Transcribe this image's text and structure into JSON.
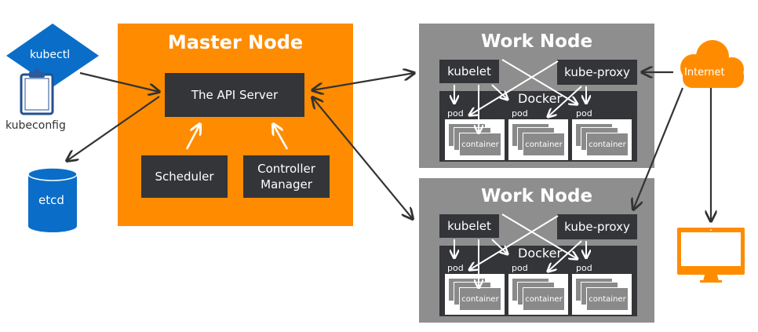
{
  "colors": {
    "master_bg": "#ff8c00",
    "component_bg": "#333538",
    "worknode_bg": "#8e8e8e",
    "kubectl_blue": "#0a6ec9",
    "internet_orange": "#ff8c00",
    "arrow_dark": "#333333"
  },
  "client": {
    "kubectl_label": "kubectl",
    "kubeconfig_label": "kubeconfig",
    "etcd_label": "etcd"
  },
  "master": {
    "title": "Master Node",
    "api_server": "The API Server",
    "scheduler": "Scheduler",
    "controller_manager_line1": "Controller",
    "controller_manager_line2": "Manager"
  },
  "work_nodes": [
    {
      "title": "Work Node",
      "kubelet": "kubelet",
      "kube_proxy": "kube-proxy",
      "docker": "Docker",
      "pods": [
        {
          "label": "pod",
          "container": "container"
        },
        {
          "label": "pod",
          "container": "container"
        },
        {
          "label": "pod",
          "container": "container"
        }
      ]
    },
    {
      "title": "Work Node",
      "kubelet": "kubelet",
      "kube_proxy": "kube-proxy",
      "docker": "Docker",
      "pods": [
        {
          "label": "pod",
          "container": "container"
        },
        {
          "label": "pod",
          "container": "container"
        },
        {
          "label": "pod",
          "container": "container"
        }
      ]
    }
  ],
  "external": {
    "internet_label": "Internet",
    "end_user_device": "monitor-icon"
  }
}
